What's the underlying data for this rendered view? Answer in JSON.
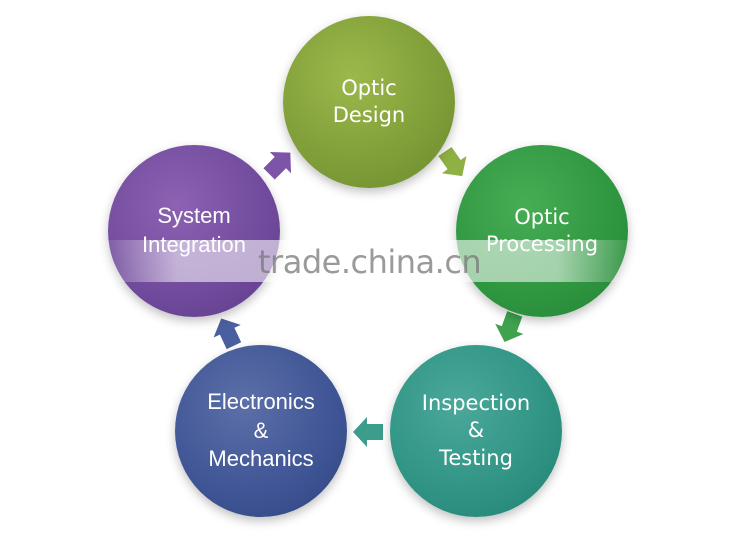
{
  "nodes": [
    {
      "id": "optic-design",
      "lines": [
        "Optic",
        "Design"
      ],
      "color": "#7f9d38"
    },
    {
      "id": "optic-processing",
      "lines": [
        "Optic",
        "Processing"
      ],
      "color": "#2f9640"
    },
    {
      "id": "inspection-testing",
      "lines": [
        "Inspection",
        "&",
        "Testing"
      ],
      "color": "#2f9383"
    },
    {
      "id": "electronics-mechanics",
      "lines": [
        "Electronics",
        "&",
        "Mechanics"
      ],
      "color": "#3e5494"
    },
    {
      "id": "system-integration",
      "lines": [
        "System",
        "Integration"
      ],
      "color": "#704a9c"
    }
  ],
  "edges": [
    {
      "from": "optic-design",
      "to": "optic-processing",
      "color": "#8fb043"
    },
    {
      "from": "optic-processing",
      "to": "inspection-testing",
      "color": "#3fa34e"
    },
    {
      "from": "inspection-testing",
      "to": "electronics-mechanics",
      "color": "#3c9d8d"
    },
    {
      "from": "electronics-mechanics",
      "to": "system-integration",
      "color": "#4a5f9e"
    },
    {
      "from": "system-integration",
      "to": "optic-design",
      "color": "#7d55a8"
    }
  ],
  "watermark": "trade.china.cn"
}
